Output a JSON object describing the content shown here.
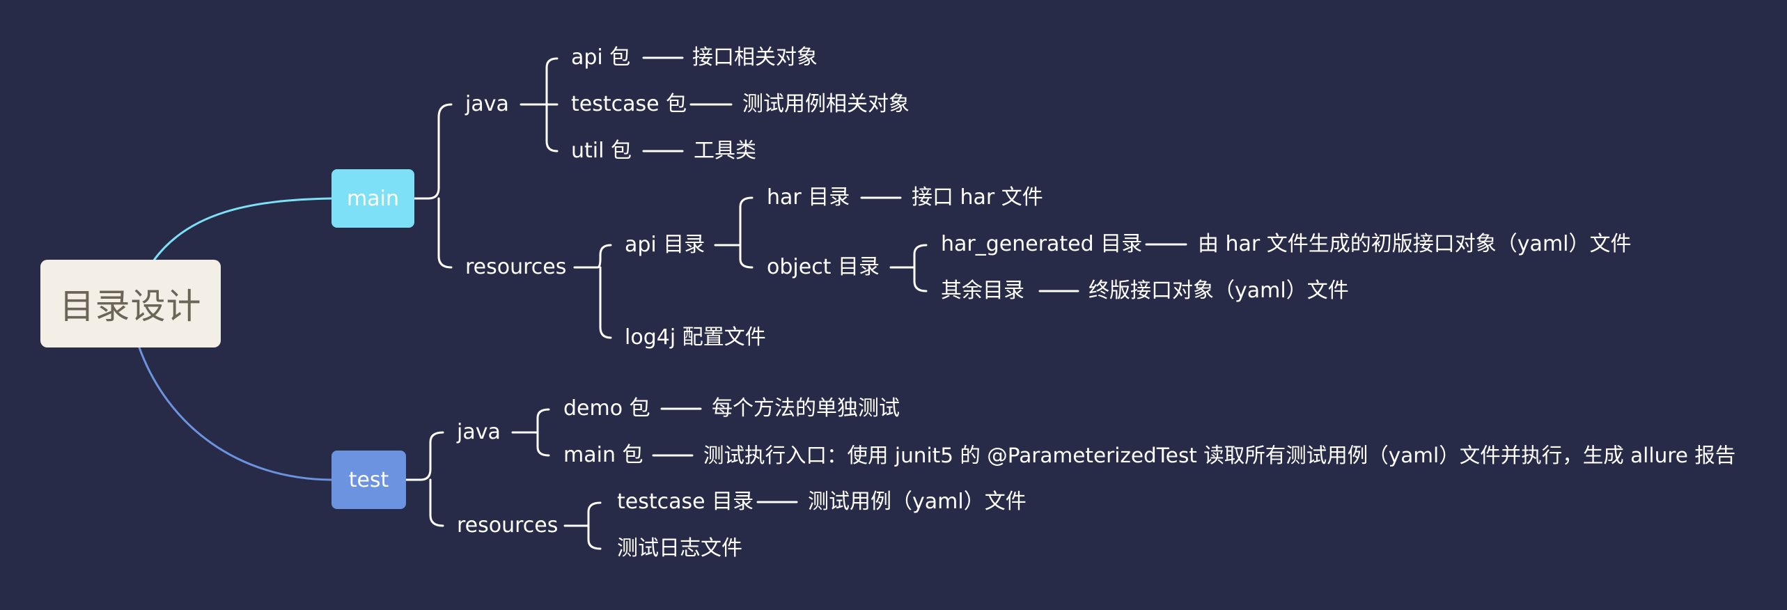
{
  "root": {
    "label": "目录设计"
  },
  "main": {
    "label": "main",
    "java": {
      "label": "java",
      "items": [
        {
          "name": "api 包",
          "desc": "接口相关对象"
        },
        {
          "name": "testcase 包",
          "desc": "测试用例相关对象"
        },
        {
          "name": "util 包",
          "desc": "工具类"
        }
      ]
    },
    "resources": {
      "label": "resources",
      "api": {
        "label": "api 目录",
        "har": {
          "name": "har 目录",
          "desc": "接口 har 文件"
        },
        "object": {
          "label": "object 目录",
          "items": [
            {
              "name": "har_generated 目录",
              "desc": "由 har 文件生成的初版接口对象（yaml）文件"
            },
            {
              "name": "其余目录",
              "desc": "终版接口对象（yaml）文件"
            }
          ]
        }
      },
      "log4j": "log4j 配置文件"
    }
  },
  "test": {
    "label": "test",
    "java": {
      "label": "java",
      "items": [
        {
          "name": "demo 包",
          "desc": "每个方法的单独测试"
        },
        {
          "name": "main 包",
          "desc": "测试执行入口：使用 junit5 的 @ParameterizedTest 读取所有测试用例（yaml）文件并执行，生成 allure 报告"
        }
      ]
    },
    "resources": {
      "label": "resources",
      "testcase": {
        "name": "testcase 目录",
        "desc": "测试用例（yaml）文件"
      },
      "log": "测试日志文件"
    }
  },
  "colors": {
    "background": "#282b48",
    "root_fill": "#f3efe7",
    "root_text": "#6b6558",
    "main_fill": "#7ee0f7",
    "test_fill": "#6b93df",
    "line": "#ffffff"
  }
}
